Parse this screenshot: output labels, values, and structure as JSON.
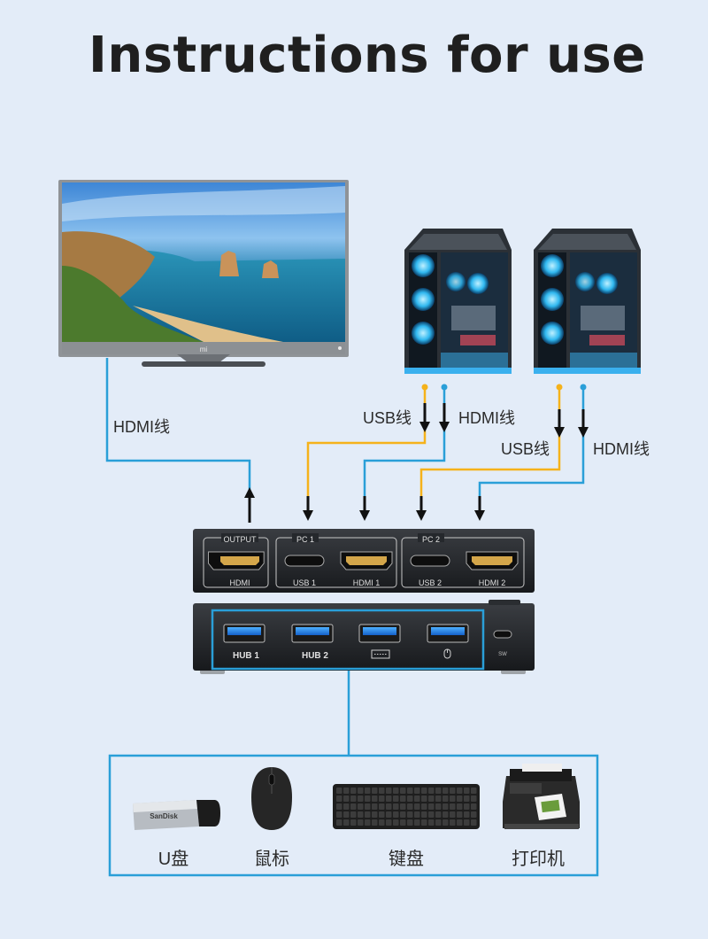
{
  "page": {
    "title": "Instructions for use",
    "background": "#e3ecf8"
  },
  "cables": {
    "tv_hdmi": "HDMI线",
    "pc1_usb": "USB线",
    "pc1_hdmi": "HDMI线",
    "pc2_usb": "USB线",
    "pc2_hdmi": "HDMI线",
    "colors": {
      "usb": "#f5b21b",
      "hdmi": "#2a9fd8"
    }
  },
  "tv": {
    "logo": "mi"
  },
  "switch_back": {
    "groups": [
      "OUTPUT",
      "PC 1",
      "PC 2"
    ],
    "ports": [
      "HDMI",
      "USB 1",
      "HDMI 1",
      "USB 2",
      "HDMI 2"
    ]
  },
  "switch_front": {
    "ports": [
      "HUB 1",
      "HUB 2"
    ],
    "sw": "SW"
  },
  "peripherals": {
    "usb_drive_brand": "SanDisk",
    "items": [
      "U盘",
      "鼠标",
      "键盘",
      "打印机"
    ]
  }
}
